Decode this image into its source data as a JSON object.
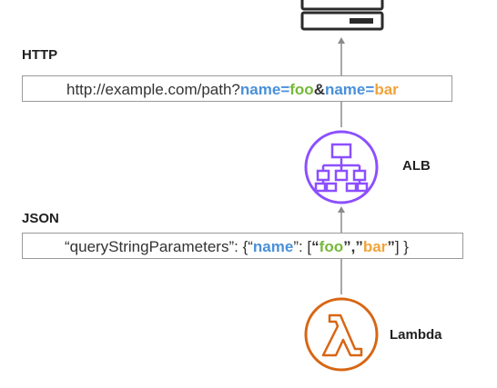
{
  "http_section": {
    "label": "HTTP",
    "url_base": "http://example.com/path?",
    "param1_key": "name",
    "eq1": "=",
    "param1_value": "foo",
    "amp": "&",
    "param2_key": "name",
    "eq2": "=",
    "param2_value": "bar"
  },
  "json_section": {
    "label": "JSON",
    "prefix": "“queryStringParameters”: {“",
    "key": "name",
    "mid1": "”: [",
    "q1_open": "“",
    "value1": "foo",
    "q1_close": "”",
    "comma": ",",
    "q2_open": "”",
    "value2": "bar",
    "q2_close": "”",
    "suffix": "] }"
  },
  "nodes": {
    "alb_label": "ALB",
    "lambda_label": "Lambda",
    "alb_icon": "load-balancer-icon",
    "lambda_icon": "lambda-icon",
    "server_icon": "server-icon"
  },
  "colors": {
    "key_blue": "#4a90d9",
    "value_green": "#76b83a",
    "value_orange": "#f0a33a",
    "alb_purple": "#8c4fff",
    "lambda_orange": "#d86613",
    "connector_gray": "#8a8a8a"
  }
}
